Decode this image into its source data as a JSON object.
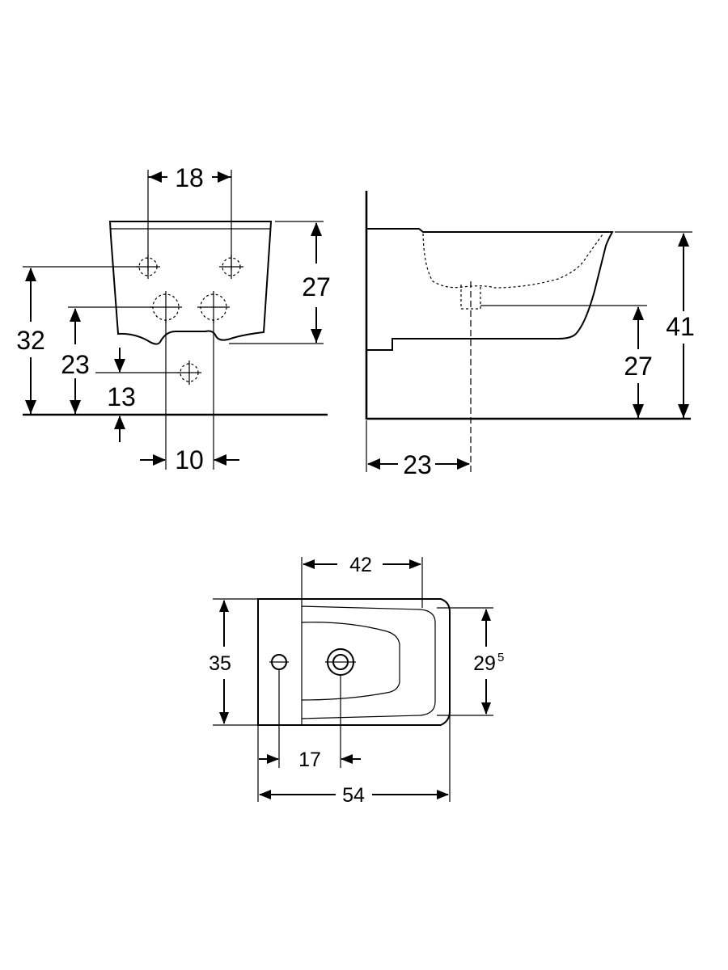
{
  "front_view": {
    "dim_hole_spacing": "18",
    "dim_body_height": "27",
    "dim_upper_holes_height": "32",
    "dim_lower_holes_height": "23",
    "dim_supply_height": "13",
    "dim_lower_hole_spacing": "10"
  },
  "side_view": {
    "dim_total_height": "41",
    "dim_outlet_height": "27",
    "dim_outlet_depth": "23"
  },
  "top_view": {
    "dim_bowl_length": "42",
    "dim_width": "35",
    "dim_bowl_width": "29",
    "dim_bowl_width_sup": "5",
    "dim_tap_to_drain": "17",
    "dim_total_length": "54"
  }
}
